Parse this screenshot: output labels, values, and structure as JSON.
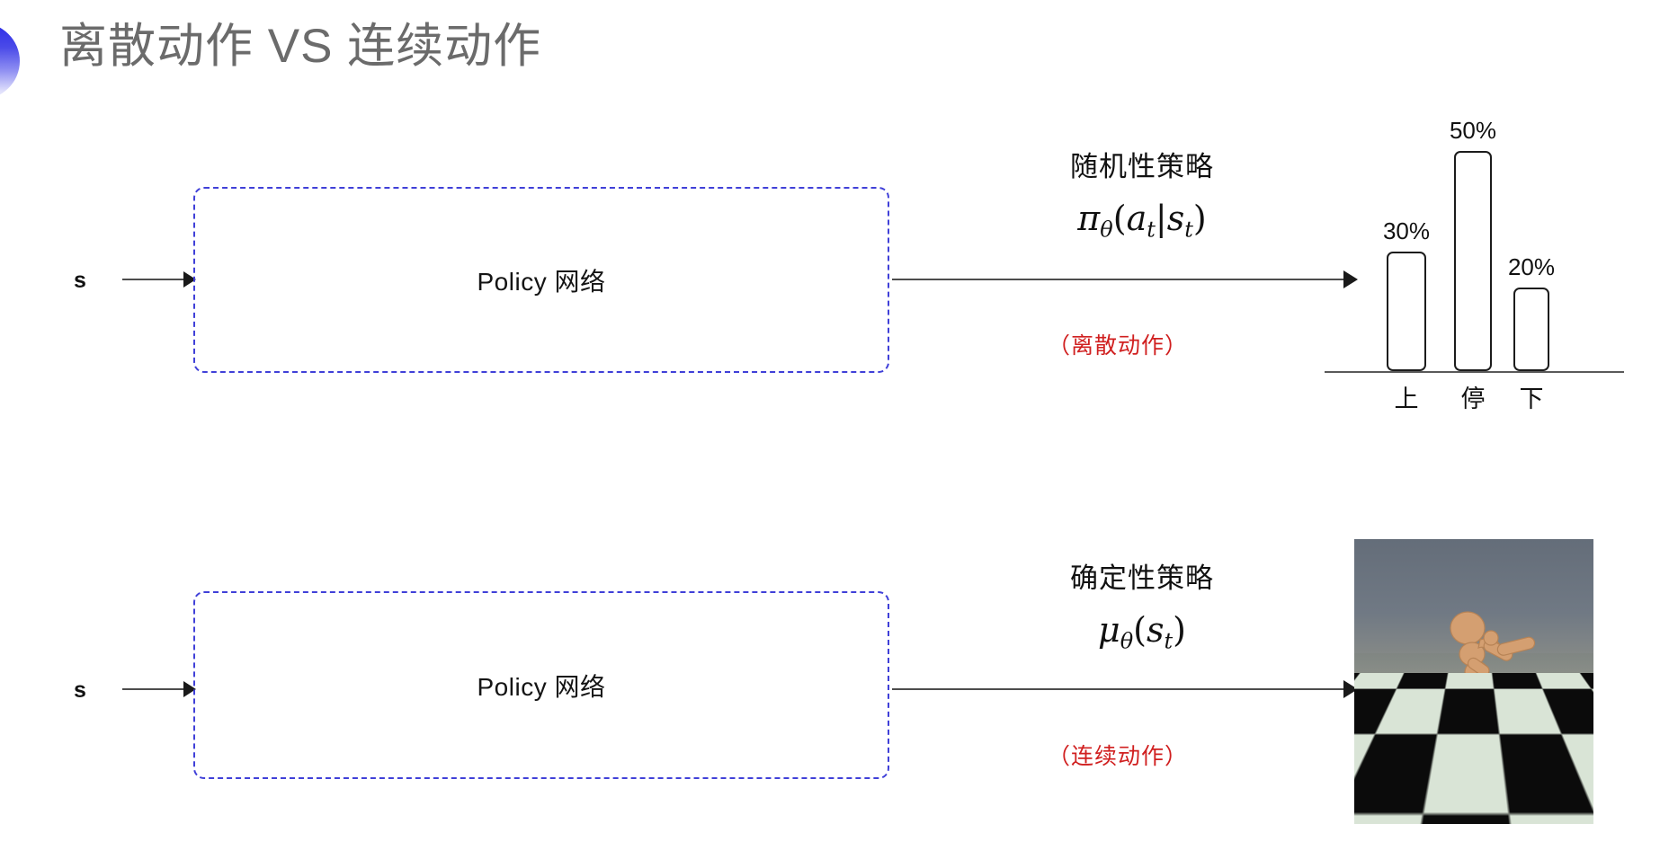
{
  "slide": {
    "title": "离散动作 VS 连续动作",
    "bullet_icon": "half-circle-gradient-icon",
    "accent_color": "#3b3be8",
    "background_color": "#ffffff"
  },
  "rows": [
    {
      "id": "discrete",
      "state_label": "s",
      "input_arrow_icon": "arrow-right-icon",
      "box_label": "Policy 网络",
      "box_border_color": "#4040d8",
      "output_arrow_icon": "arrow-right-icon",
      "policy_name": "随机性策略",
      "formula": {
        "head": "π",
        "head_sub": "θ",
        "open": "(",
        "arg1": "a",
        "arg1_sub": "t",
        "bar": "|",
        "arg2": "s",
        "arg2_sub": "t",
        "close": ")",
        "plain": "π_θ(a_t|s_t)"
      },
      "note": "（离散动作）",
      "note_color": "#d01f1f",
      "output_kind": "bar-chart"
    },
    {
      "id": "continuous",
      "state_label": "s",
      "input_arrow_icon": "arrow-right-icon",
      "box_label": "Policy 网络",
      "box_border_color": "#4040d8",
      "output_arrow_icon": "arrow-right-icon",
      "policy_name": "确定性策略",
      "formula": {
        "head": "μ",
        "head_sub": "θ",
        "open": "(",
        "arg1": "s",
        "arg1_sub": "t",
        "close": ")",
        "plain": "μ_θ(s_t)"
      },
      "note": "（连续动作）",
      "note_color": "#d01f1f",
      "output_kind": "humanoid-image"
    }
  ],
  "chart_data": {
    "type": "bar",
    "title": "",
    "xlabel": "",
    "ylabel": "",
    "categories": [
      "上",
      "停",
      "下"
    ],
    "values": [
      30,
      50,
      20
    ],
    "value_labels": [
      "30%",
      "50%",
      "20%"
    ],
    "ylim": [
      0,
      55
    ],
    "grid": false,
    "legend": "none",
    "bar_style": "hollow-outline",
    "bar_border_color": "#1c1c1c",
    "axis_color": "#5a5a5a"
  },
  "humanoid": {
    "alt_name": "mujoco-humanoid-render",
    "sky_color": "#6d7681",
    "floor_colors": [
      "#0b0b0b",
      "#d9e4d6"
    ],
    "body_color": "#d9a273"
  }
}
